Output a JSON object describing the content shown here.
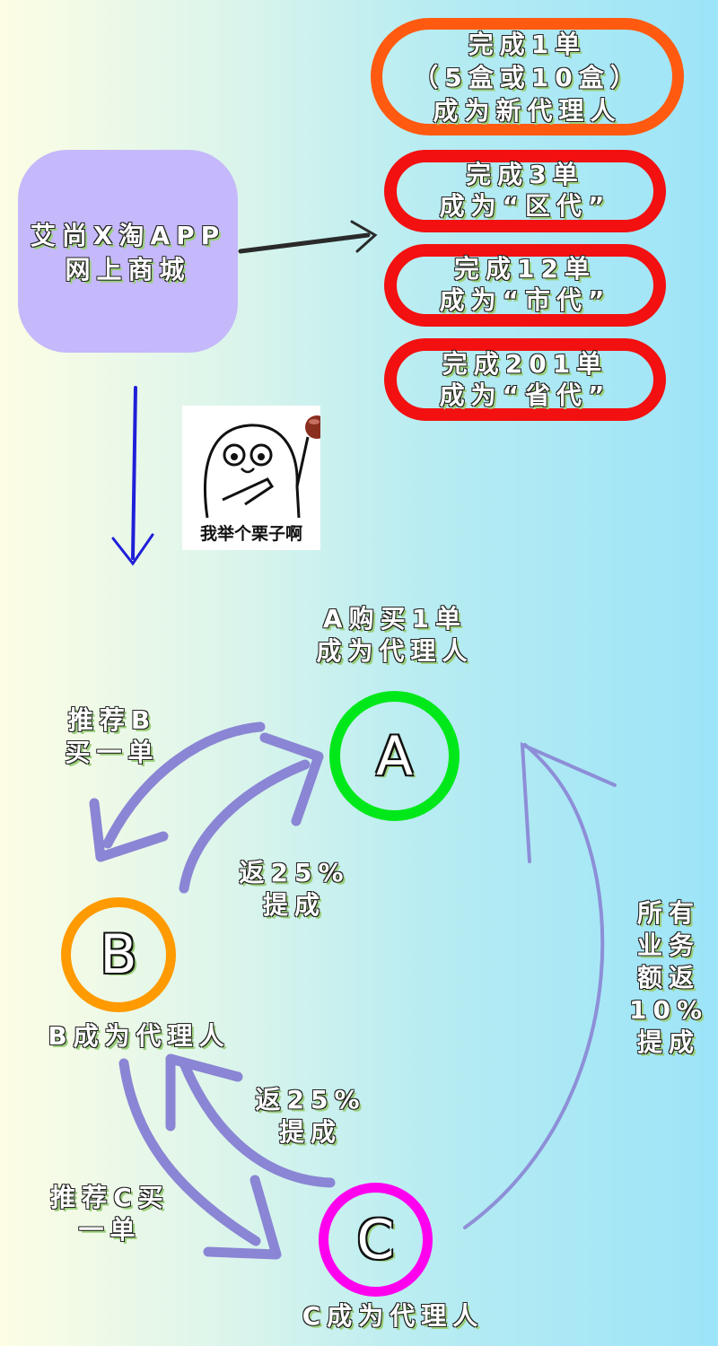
{
  "source_box": {
    "line1": "艾尚X淘APP",
    "line2": "网上商城"
  },
  "tiers": [
    {
      "line1": "完成1单",
      "line2": "（5盒或10盒）",
      "line3": "成为新代理人",
      "color": "#ff5a10"
    },
    {
      "line1": "完成3单",
      "line2": "成为“区代”",
      "color": "#f21010"
    },
    {
      "line1": "完成12单",
      "line2": "成为“市代”",
      "color": "#f21010"
    },
    {
      "line1": "完成201单",
      "line2": "成为“省代”",
      "color": "#f21010"
    }
  ],
  "meme": {
    "caption": "我举个栗子啊"
  },
  "nodes": {
    "a": {
      "letter": "A",
      "label1": "A购买1单",
      "label2": "成为代理人",
      "color": "#00e81a"
    },
    "b": {
      "letter": "B",
      "label": "B成为代理人",
      "color": "#ff9a00"
    },
    "c": {
      "letter": "C",
      "label": "C成为代理人",
      "color": "#ff00ee"
    }
  },
  "edges": {
    "a_to_b": {
      "line1": "推荐B",
      "line2": "买一单"
    },
    "b_to_a": {
      "line1": "返25%",
      "line2": "提成"
    },
    "b_to_c": {
      "line1": "推荐C买",
      "line2": "一单"
    },
    "c_to_b": {
      "line1": "返25%",
      "line2": "提成"
    },
    "c_to_a": {
      "lines": [
        "所有",
        "业务",
        "额返",
        "10%",
        "提成"
      ]
    }
  }
}
